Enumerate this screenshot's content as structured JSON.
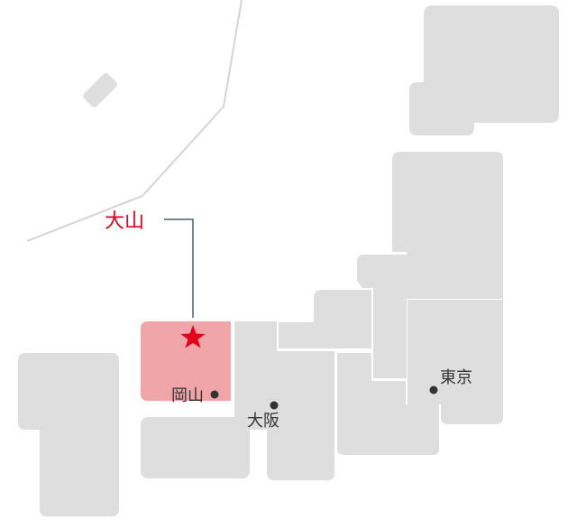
{
  "map": {
    "highlight": {
      "label": "大山",
      "color": "#e5001c",
      "region_fill": "#f0a6a8",
      "marker": "star-icon"
    },
    "cities": [
      {
        "id": "okayama",
        "label": "岡山"
      },
      {
        "id": "osaka",
        "label": "大阪"
      },
      {
        "id": "tokyo",
        "label": "東京"
      }
    ],
    "colors": {
      "land": "#dedede",
      "sea_boundary": "#d4d4d4",
      "city_text": "#333333"
    }
  }
}
